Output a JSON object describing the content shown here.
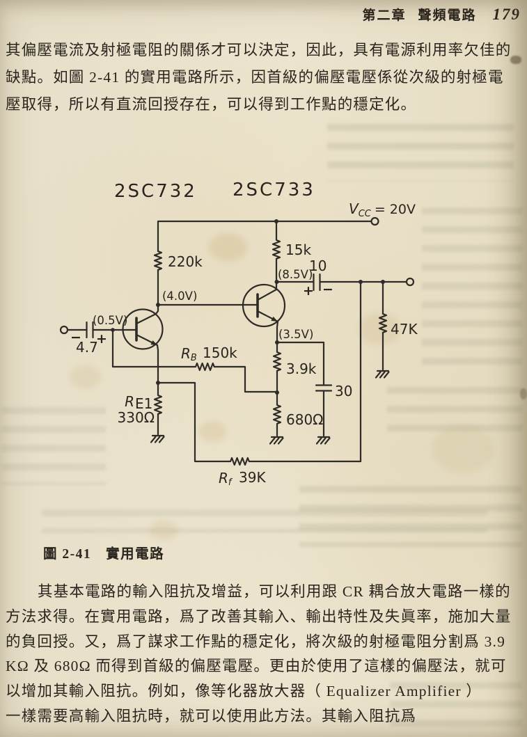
{
  "header": {
    "chapter": "第二章",
    "title": "聲頻電路",
    "page": "179"
  },
  "para1": [
    "其偏壓電流及射極電阻的關係才可以決定，因此，具有電源利用率欠佳的",
    "缺點。如圖 2-41 的實用電路所示，因首級的偏壓電壓係從次級的射極電",
    "壓取得，所以有直流回授存在，可以得到工作點的穩定化。"
  ],
  "circuit": {
    "q1": "2SC732",
    "q2": "2SC733",
    "vcc_v": "V",
    "vcc_sub": "CC",
    "vcc_eq": "= 20V",
    "r220": "220k",
    "r15": "15k",
    "v40": "(4.0V)",
    "v05": "(0.5V)",
    "v85": "(8.5V)",
    "v35": "(3.5V)",
    "cin": "4.7",
    "cout": "10",
    "c30": "30",
    "plus": "+",
    "minus": "−",
    "rb_r": "R",
    "rb_sub": "B",
    "rb_val": "150k",
    "re_r": "R",
    "re_sub": "E1",
    "re_val": "330Ω",
    "rf_r": "R",
    "rf_sub": "f",
    "rf_val": "39K",
    "r39": "3.9k",
    "r680": "680Ω",
    "r47": "47K"
  },
  "caption": "圖 2-41　實用電路",
  "para2": [
    "其基本電路的輸入阻抗及增益，可以利用跟 CR 耦合放大電路一樣的",
    "方法求得。在實用電路，爲了改善其輸入、輸出特性及失眞率，施加大量",
    "的負回授。又，爲了謀求工作點的穩定化，將次級的射極電阻分割爲 3.9",
    "KΩ 及 680Ω 而得到首級的偏壓電壓。更由於使用了這樣的偏壓法，就可",
    "以增加其輸入阻抗。例如，像等化器放大器（ Equalizer Amplifier ）",
    "一樣需要高輸入阻抗時，就可以使用此方法。其輸入阻抗爲"
  ]
}
